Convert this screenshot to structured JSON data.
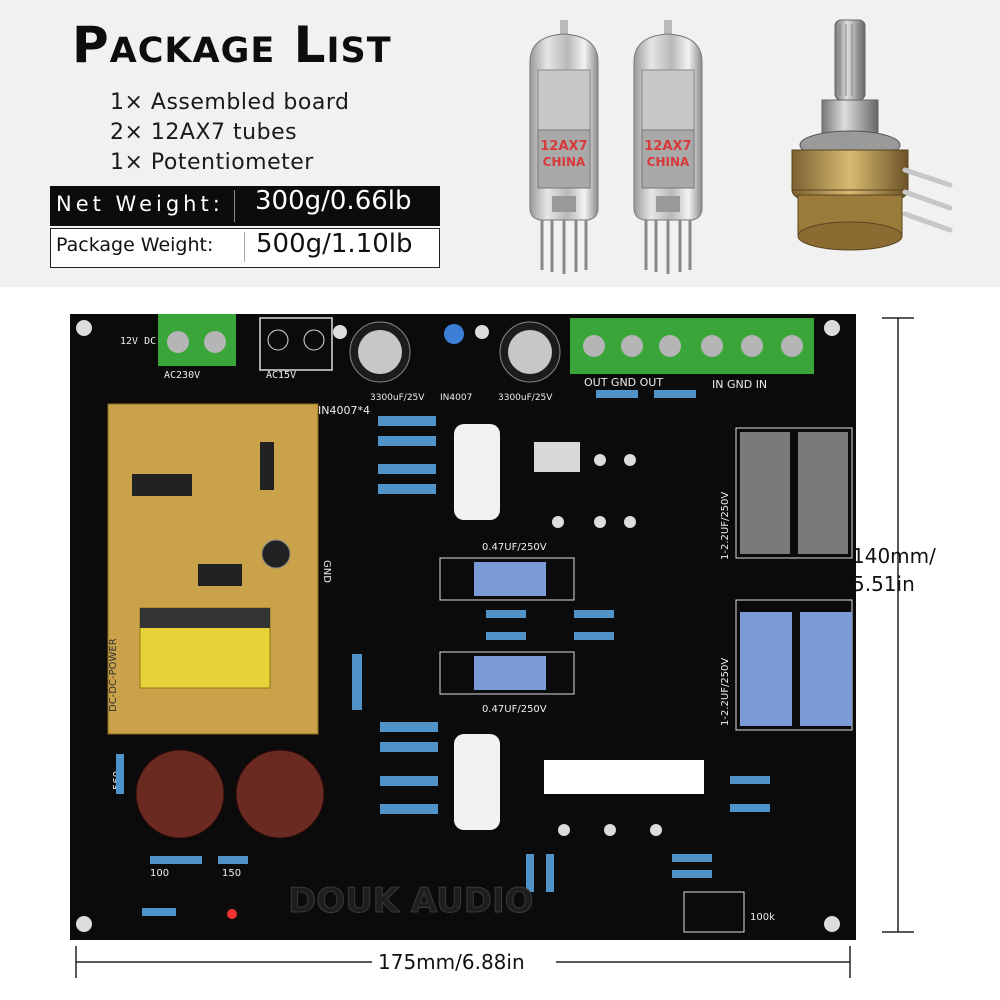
{
  "header": {
    "title": "Package List",
    "items": [
      "1× Assembled board",
      "2× 12AX7 tubes",
      "1× Potentiometer"
    ]
  },
  "weights": {
    "net_label": "Net Weight:",
    "net_value": "300g/0.66lb",
    "package_label": "Package Weight:",
    "package_value": "500g/1.10lb"
  },
  "tubes": {
    "label_line1": "12AX7",
    "label_line2": "CHINA"
  },
  "board": {
    "silkscreen": {
      "ac230": "AC230V",
      "ac15": "AC15V",
      "dc12": "12V DC",
      "cap_left": "3300uF/25V",
      "cap_right": "3300uF/25V",
      "diode_mid": "IN4007",
      "diode_left": "IN4007*4",
      "out_gnd_out": "OUT  GND  OUT",
      "in_gnd_in": "IN  GND  IN",
      "cap_047_top": "0.47UF/250V",
      "cap_047_bottom": "0.47UF/250V",
      "cap_22_top": "1-2.2UF/250V",
      "cap_22_bottom": "1-2.2UF/250V",
      "gnd": "GND",
      "module": "DC-DC-POWER",
      "r560": "560",
      "r100": "100",
      "r150": "150",
      "r100k": "100k",
      "brand": "DOUK AUDIO"
    }
  },
  "dimensions": {
    "height_line1": "140mm/",
    "height_line2": "5.51in",
    "width": "175mm/6.88in"
  },
  "colors": {
    "pcb": "#0b0b0b",
    "terminal": "#3aa63a",
    "module": "#c9a24a",
    "transformer": "#e8d23a",
    "capacitor_big": "#6a2a22",
    "film_gray": "#7a7a7a",
    "film_blue": "#7b9ad8",
    "resistor": "#4f93c8"
  }
}
